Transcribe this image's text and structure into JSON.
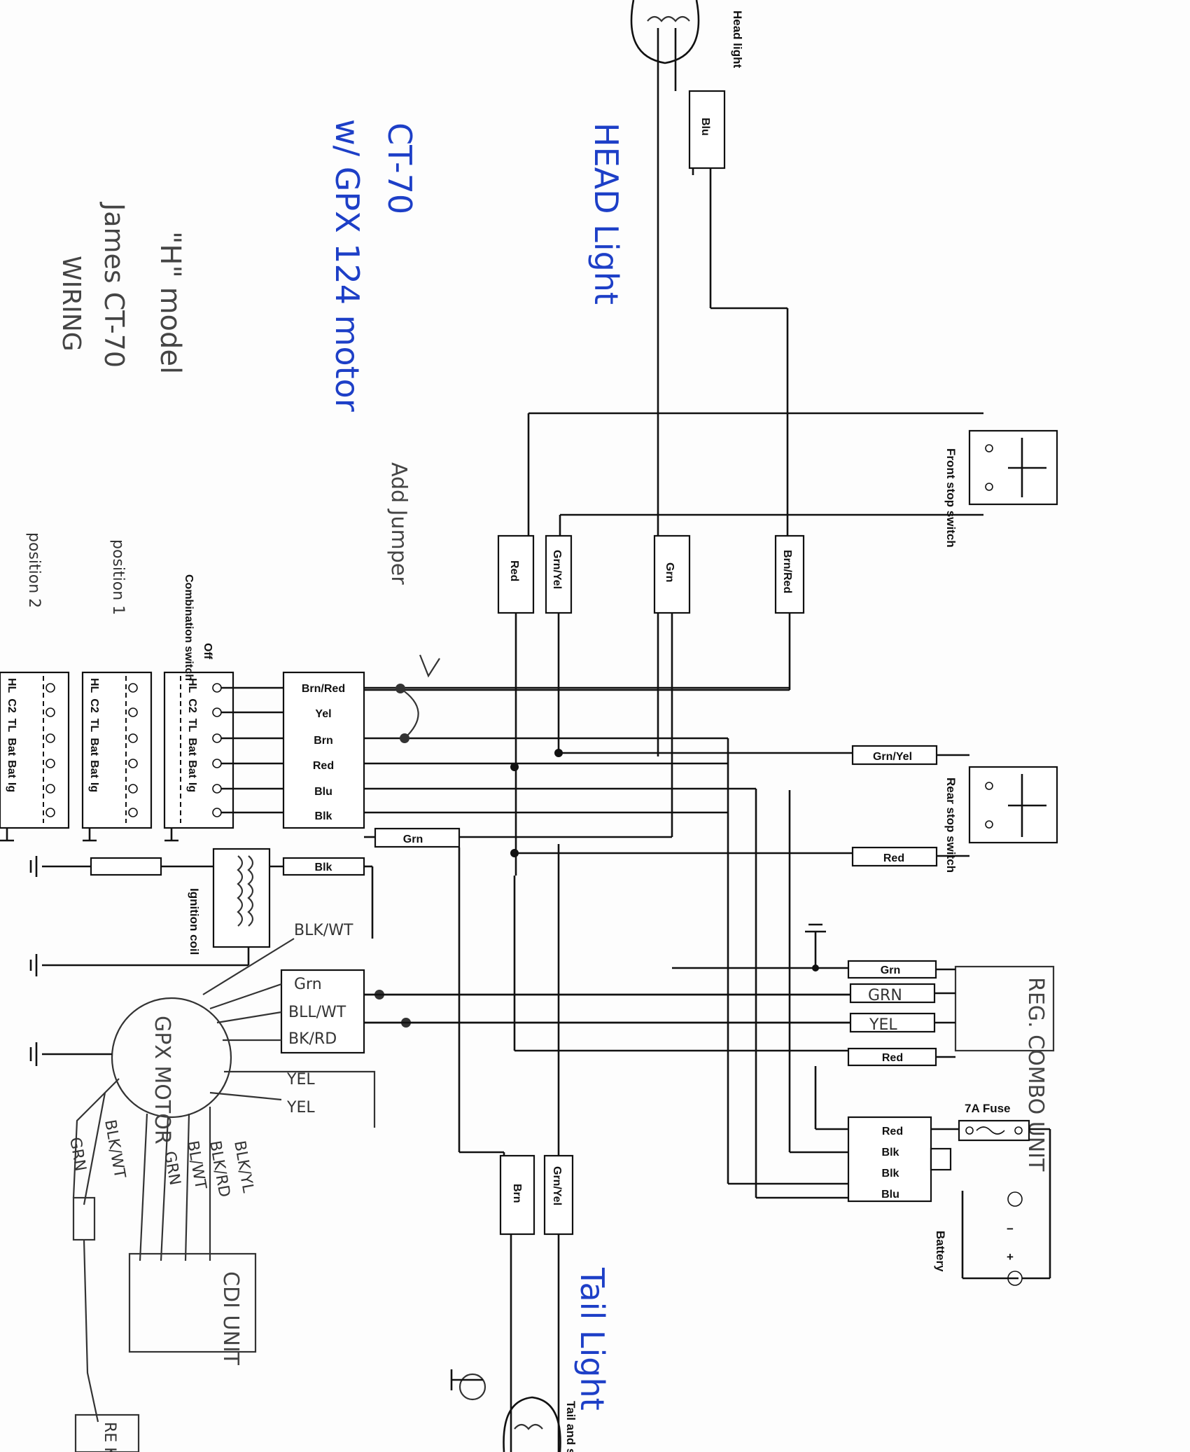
{
  "components": {
    "head_light": "Head light",
    "front_stop_switch": "Front stop switch",
    "rear_stop_switch": "Rear stop switch",
    "combination_switch": "Combination switch",
    "ignition_coil": "Ignition coil",
    "tail_light": "Tail and stop light",
    "fuse": "7A Fuse",
    "battery": "Battery",
    "battery_neg": "−",
    "battery_pos": "+",
    "off": "Off",
    "position_1": "position 1",
    "position_2": "position 2",
    "switch_terminals": [
      "HL",
      "C2",
      "TL",
      "Bat",
      "Bat",
      "Ig"
    ]
  },
  "connectors": {
    "head_blu": "Blu",
    "red": "Red",
    "grn_yel": "Grn/Yel",
    "grn": "Grn",
    "brn_red": "Brn/Red",
    "harness": [
      "Brn/Red",
      "Yel",
      "Brn",
      "Red",
      "Blu",
      "Blk"
    ],
    "rear_grn_yel": "Grn/Yel",
    "mid_grn": "Grn",
    "rear_red": "Red",
    "coil_blk": "Blk",
    "reg_grn": "Grn",
    "reg_grn_hand": "GRN",
    "reg_yel_hand": "YEL",
    "reg_red": "Red",
    "batt_box": [
      "Red",
      "Blk",
      "Blk",
      "Blu"
    ],
    "tail_brn": "Brn",
    "tail_grn_yel": "Grn/Yel",
    "motor_plug": [
      "Grn",
      "BLL/WT",
      "BK/RD"
    ]
  },
  "handwritten": {
    "title1": "CT-70",
    "title2": "w/ GPX 124 motor",
    "model": "\"H\" model",
    "author1": "James CT-70",
    "author2": "WIRING",
    "head_note": "HEAD Light",
    "tail_note": "Tail Light",
    "add_jumper": "Add Jumper",
    "reg_unit": "REG. COMBO UNIT",
    "gpx_motor": "GPX MOTOR",
    "cdi_unit": "CDI UNIT",
    "blk_wt_top": "BLK/WT",
    "yel1": "YEL",
    "yel2": "YEL",
    "motor_wires": [
      "BLK/YL",
      "BLK/RD",
      "BL/WT",
      "GRN"
    ],
    "blk_wt_low": "BLK/WT",
    "grn_low": "GRN",
    "kill_sw": "RE KI SV"
  },
  "colors": {
    "ink": "#111111",
    "blue_ink": "#1d3fc7",
    "pencil": "#444444"
  }
}
